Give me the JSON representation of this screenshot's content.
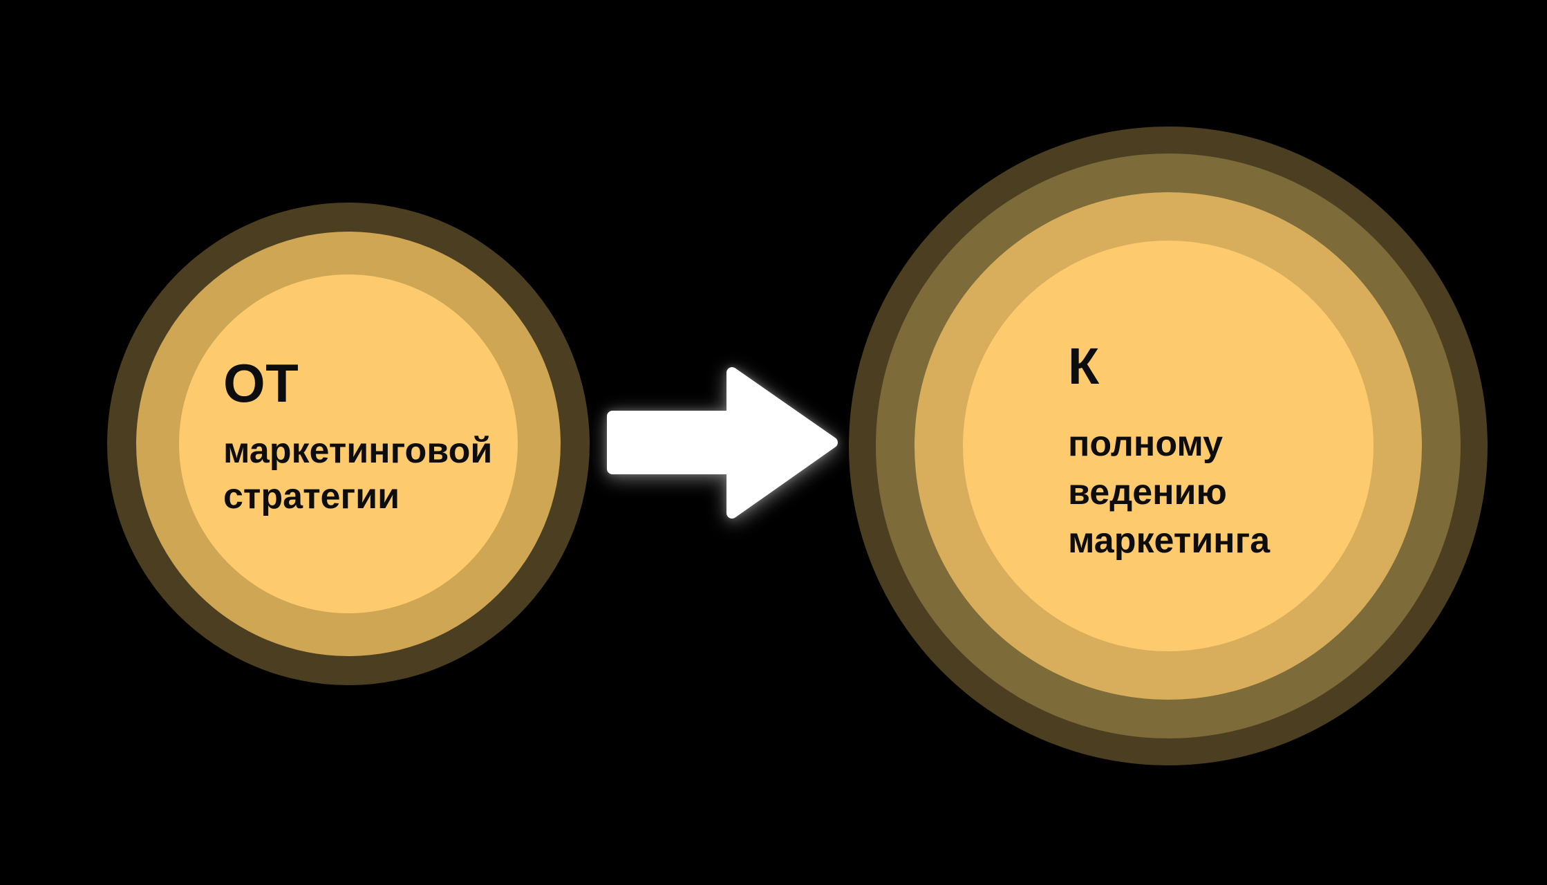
{
  "palette": {
    "background": "#000000",
    "ring_dark": "#4C3E20",
    "ring_olive": "#7D6B3A",
    "ring_tan_left": "#CFA653",
    "ring_tan_right": "#D8AE5C",
    "inner_gold": "#FDCB6D",
    "arrow": "#FFFFFF",
    "text": "#0D0D0D"
  },
  "left_circle": {
    "heading": "ОТ",
    "lines": [
      "маркетинговой",
      "стратегии"
    ]
  },
  "arrow": {
    "icon": "arrow-right-icon",
    "direction": "right"
  },
  "right_circle": {
    "heading": "К",
    "lines": [
      "полному",
      "ведению",
      "маркетинга"
    ]
  }
}
